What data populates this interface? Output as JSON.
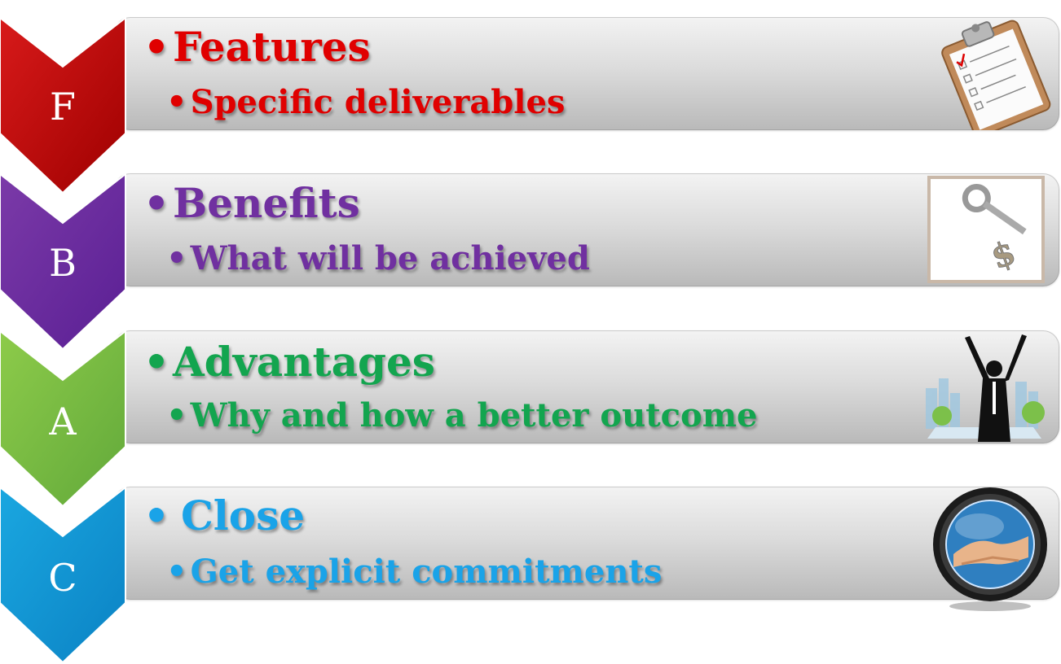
{
  "rows": [
    {
      "letter": "F",
      "heading": "Features",
      "detail": "Specific deliverables",
      "color": "#e00000",
      "chevron_color": "#c00000",
      "icon": "clipboard-checklist-icon"
    },
    {
      "letter": "B",
      "heading": "Benefits",
      "detail": "What will be achieved",
      "color": "#7030a0",
      "chevron_color": "#6a2aa0",
      "icon": "key-dollar-icon"
    },
    {
      "letter": "A",
      "heading": "Advantages",
      "detail": "Why and how a better outcome",
      "color": "#13a54f",
      "chevron_color": "#7ac143",
      "icon": "celebrating-person-city-icon"
    },
    {
      "letter": "C",
      "heading": "Close",
      "detail": "Get explicit commitments",
      "color": "#1aa3e8",
      "chevron_color": "#1094d6",
      "icon": "handshake-globe-icon"
    }
  ],
  "bullet": "•"
}
